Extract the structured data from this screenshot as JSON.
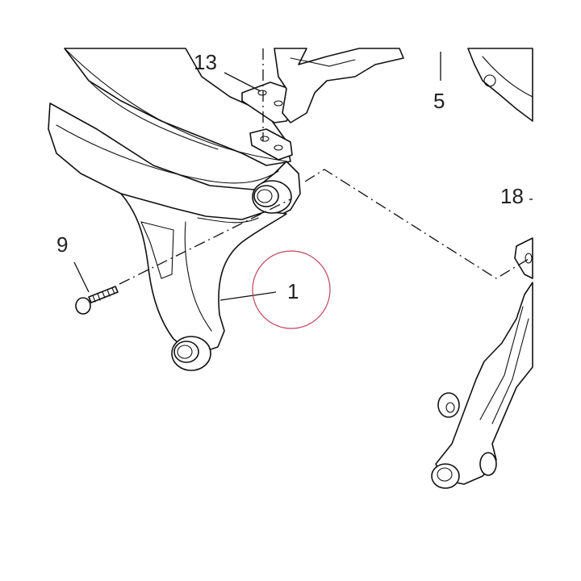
{
  "diagram": {
    "callouts": {
      "c1": "1",
      "c5": "5",
      "c9": "9",
      "c13": "13",
      "c18": "18"
    },
    "highlight_color": "#c0455a",
    "line_color": "#111111"
  }
}
